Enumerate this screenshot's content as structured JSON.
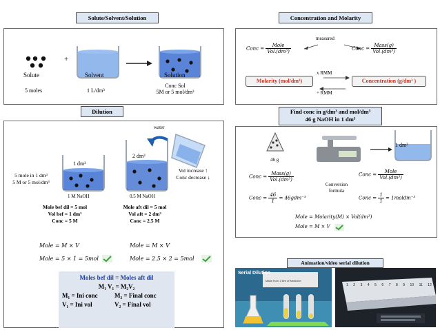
{
  "sections": {
    "solute": "Solute/Solvent/Solution",
    "conc": "Concentration and Molarity",
    "dilution": "Dilution",
    "findconc": "Find conc in g/dm³ and mol/dm³",
    "findconc2": "46 g NaOH in 1 dm³",
    "anim": "Animation/video serial dilution"
  },
  "solute_panel": {
    "plus": "+",
    "solute": "Solute",
    "solvent": "Solvent",
    "solution": "Solution",
    "solute_amt": "5 moles",
    "solvent_amt": "1 L/dm³",
    "sol_line1": "Conc Sol",
    "sol_line2": "5M or 5 mol/dm³"
  },
  "conc_panel": {
    "measured": "measured",
    "left_lhs": "Conc =",
    "left_num": "Mole",
    "left_den": "Vol.(dm³)",
    "right_lhs": "Conc =",
    "right_num": "Mass(g)",
    "right_den": "Vol.(dm³)",
    "x_rmm": "x  RMM",
    "div_rmm": "÷  RMM",
    "molarity_box": "Molarity (mol/dm³)",
    "concentration_box": "Concentration (g/dm³ )"
  },
  "dilution_panel": {
    "water": "water",
    "b1_vol": "1 dm³",
    "b2_vol": "2 dm³",
    "left_note1": "5 mole in 1 dm³",
    "left_note2": "5 M or 5 mol/dm³",
    "b1_label": "1 M NaOH",
    "b2_label": "0.5 M NaOH",
    "vol_inc": "Vol increase ↑",
    "conc_dec": "Conc decrease ↓",
    "bef": [
      "Mole bef dil = 5  mol",
      "Vol bef = 1 dm³",
      "Conc = 5 M"
    ],
    "aft": [
      "Mole aft dil = 5  mol",
      "Vol aft = 2 dm³",
      "Conc  = 2.5 M"
    ],
    "eq1a": "Mole = M × V",
    "eq1b": "Mole = 5 × 1 = 5mol",
    "eq2a": "Mole = M × V",
    "eq2b": "Mole = 2.5 × 2 = 5mol",
    "box_title": "Moles bef dil = Moles aft dil",
    "box_eq": "M₁ V₁ = M₂V₂",
    "box_m1": "M₁ = Ini conc",
    "box_m2": "M₂ = Final conc",
    "box_v1": "V₁ = Ini vol",
    "box_v2": "V₂ = Final vol"
  },
  "find_panel": {
    "mass": "46 g",
    "vol": "1 dm³",
    "c1_lhs": "Conc =",
    "c1_num": "Mass(g)",
    "c1_den": "Vol.(dm³)",
    "c2_lhs": "Conc =",
    "c2_num": "Mole",
    "c2_den": "Vol.(dm³)",
    "conv1": "Conversion",
    "conv2": "formula",
    "c3_lhs": "Conc =",
    "c3_num": "46",
    "c3_den": "1",
    "c3_rhs": "= 46gdm⁻³",
    "c4_lhs": "Conc =",
    "c4_num": "1",
    "c4_den": "1",
    "c4_rhs": "= 1moldm⁻³",
    "m1": "Mole = Molarity(M) × Vol(dm³)",
    "m2": "Mole = M × V"
  },
  "video": {
    "title": "Serial Dilution",
    "subtitle": "Made from 1 litre of Medicine",
    "wells": [
      "1",
      "2",
      "3",
      "4",
      "5",
      "6",
      "7",
      "8",
      "9",
      "10",
      "11",
      "12"
    ]
  },
  "colors": {
    "tag_bg": "#dde7f3",
    "water": "#3d6fd0",
    "molarity": "#c0392b",
    "accent_blue": "#1f3f9e",
    "check": "#3aa23a"
  }
}
